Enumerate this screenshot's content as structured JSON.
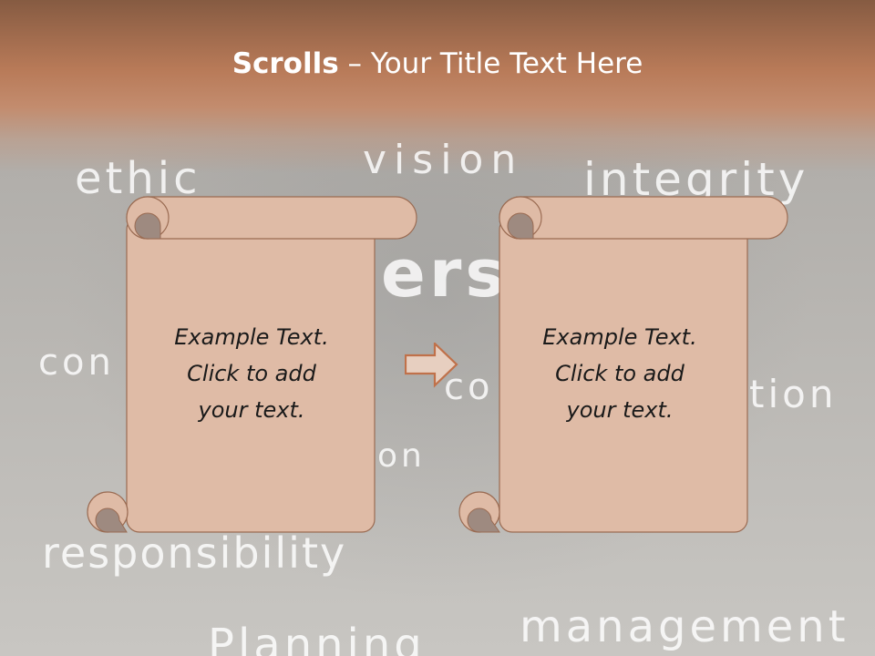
{
  "slide": {
    "title_bold": "Scrolls",
    "title_rest": " – Your Title Text Here"
  },
  "background_words": {
    "ethic": "ethic",
    "vision": "vision",
    "integrity": "integrity",
    "leaders": "ers",
    "commitment": "con",
    "communication": "co",
    "motivation": "tion",
    "on": "on",
    "responsibility": "responsibility",
    "planning": "Planning",
    "management": "management"
  },
  "scrolls": [
    {
      "text_line1": "Example  Text.",
      "text_line2": "Click  to add",
      "text_line3": "your text."
    },
    {
      "text_line1": "Example  Text.",
      "text_line2": "Click  to add",
      "text_line3": "your text."
    }
  ],
  "colors": {
    "scroll_fill": "#dfbba6",
    "scroll_stroke": "#9a6b52",
    "scroll_curl": "#9e8a80",
    "arrow_stroke": "#c0714a",
    "title_band": "#b87a58"
  },
  "icons": {
    "connector": "right-arrow-icon"
  }
}
